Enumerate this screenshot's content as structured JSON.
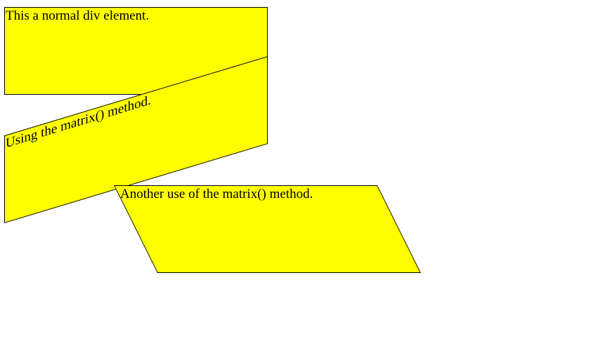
{
  "boxes": {
    "normal": {
      "text": "This a normal div element."
    },
    "matrix_one": {
      "text": "Using the matrix() method."
    },
    "matrix_two": {
      "text": "Another use of the matrix() method."
    }
  },
  "colors": {
    "box_fill": "#ffff00",
    "box_border": "#000000",
    "background": "#ffffff"
  }
}
